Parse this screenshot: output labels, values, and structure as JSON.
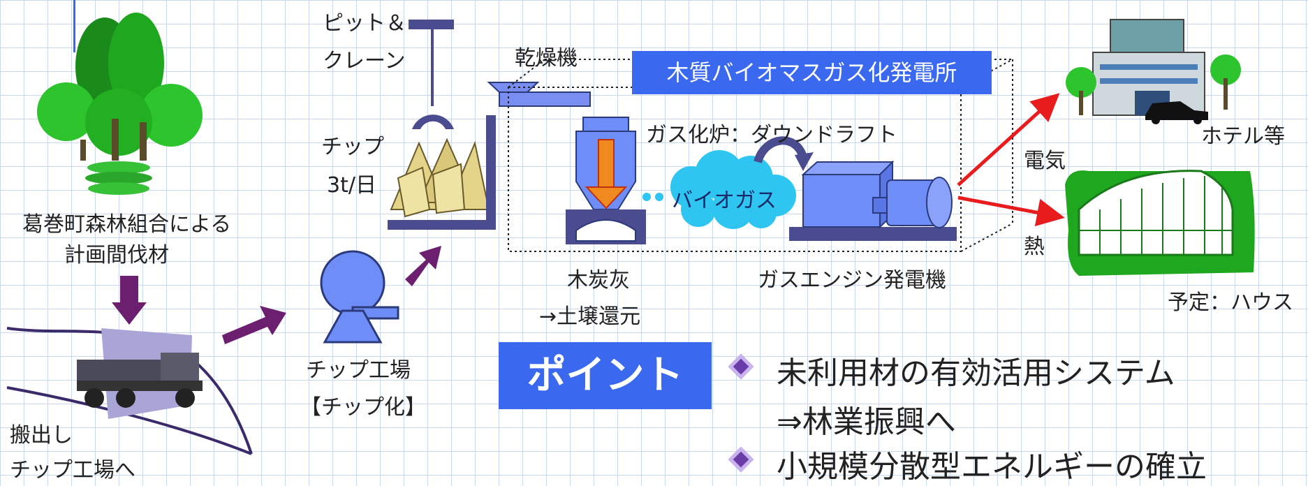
{
  "labels": {
    "pit_crane_line1": "ピット＆",
    "pit_crane_line2": "クレーン",
    "dryer": "乾燥機",
    "chip_line1": "チップ",
    "chip_line2": "3t/日",
    "forest_line1": "葛巻町森林組合による",
    "forest_line2": "計画間伐材",
    "gasifier": "ガス化炉：ダウンドラフト",
    "biogas": "バイオガス",
    "charcoal_line1": "木炭灰",
    "charcoal_line2": "→土壌還元",
    "engine": "ガスエンジン発電機",
    "electricity": "電気",
    "heat": "熱",
    "hotel": "ホテル等",
    "house": "予定：ハウス",
    "chip_factory_line1": "チップ工場",
    "chip_factory_line2": "【チップ化】",
    "transport_line1": "搬出し",
    "transport_line2": "チップ工場へ"
  },
  "plant_title": "木質バイオマスガス化発電所",
  "point_label": "ポイント",
  "points": [
    {
      "line1": "未利用材の有効活用システム",
      "line2": "⇒林業振興へ"
    },
    {
      "line1": "小規模分散型エネルギーの確立",
      "line2": ""
    }
  ],
  "colors": {
    "accent_blue": "#3a68ee",
    "machine_blue": "#6f8df7",
    "arrow_purple": "#6b1f6e",
    "arrow_red": "#e81c1c",
    "tree_green": "#1fa81f",
    "biogas_cyan": "#2ec6f0"
  }
}
